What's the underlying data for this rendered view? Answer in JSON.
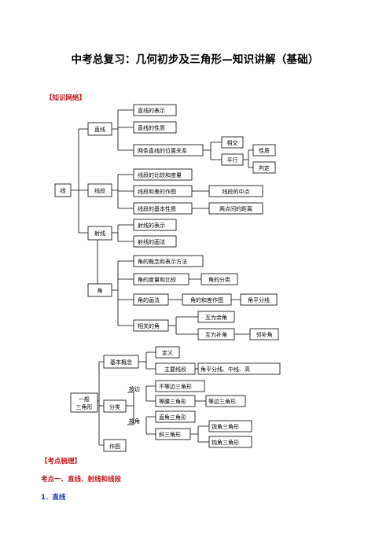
{
  "title": "中考总复习：几何初步及三角形—知识讲解（基础）",
  "section_network": "【知识网络】",
  "section_points": "【考点梳理】",
  "point1": "考点一、直线、射线和线段",
  "point1_1": "1．直线",
  "map1": {
    "root": "线",
    "zhixian": "直线",
    "zhixian_rep": "直线的表示",
    "zhixian_prop": "直线的性质",
    "two_lines": "两条直线的位置关系",
    "intersect": "相交",
    "parallel": "平行",
    "parallel_prop": "性质",
    "parallel_judge": "判定",
    "xianduan": "线段",
    "seg_compare": "线段的比较和度量",
    "seg_sumdiff": "线段和差的作图",
    "seg_mid": "线段的中点",
    "seg_basic": "线段的基本性质",
    "seg_dist": "两点间的距离",
    "shexian": "射线",
    "ray_rep": "射线的表示",
    "ray_draw": "射线的画法",
    "jiao": "角",
    "angle_concept": "角的概念和表示方法",
    "angle_measure": "角的度量和比较",
    "angle_class": "角的分类",
    "angle_draw": "角的画法",
    "angle_sumdiff": "角的和差作图",
    "angle_bisector": "角平分线",
    "angle_related": "相关的角",
    "complementary": "互为余角",
    "supplementary": "互为补角",
    "adjacent_supp": "邻补角"
  },
  "map2": {
    "root_line1": "一般",
    "root_line2": "三角形",
    "basic": "基本概念",
    "definition": "定义",
    "main_segments": "主要线段",
    "main_segments_list": "角平分线、中线、高",
    "classify": "分类",
    "by_side": "按边",
    "scalene": "不等边三角形",
    "isosceles": "等腰三角形",
    "equilateral": "等边三角形",
    "by_angle": "按角",
    "right": "直角三角形",
    "oblique": "斜三角形",
    "acute": "锐角三角形",
    "obtuse": "钝角三角形",
    "construct": "作图"
  }
}
